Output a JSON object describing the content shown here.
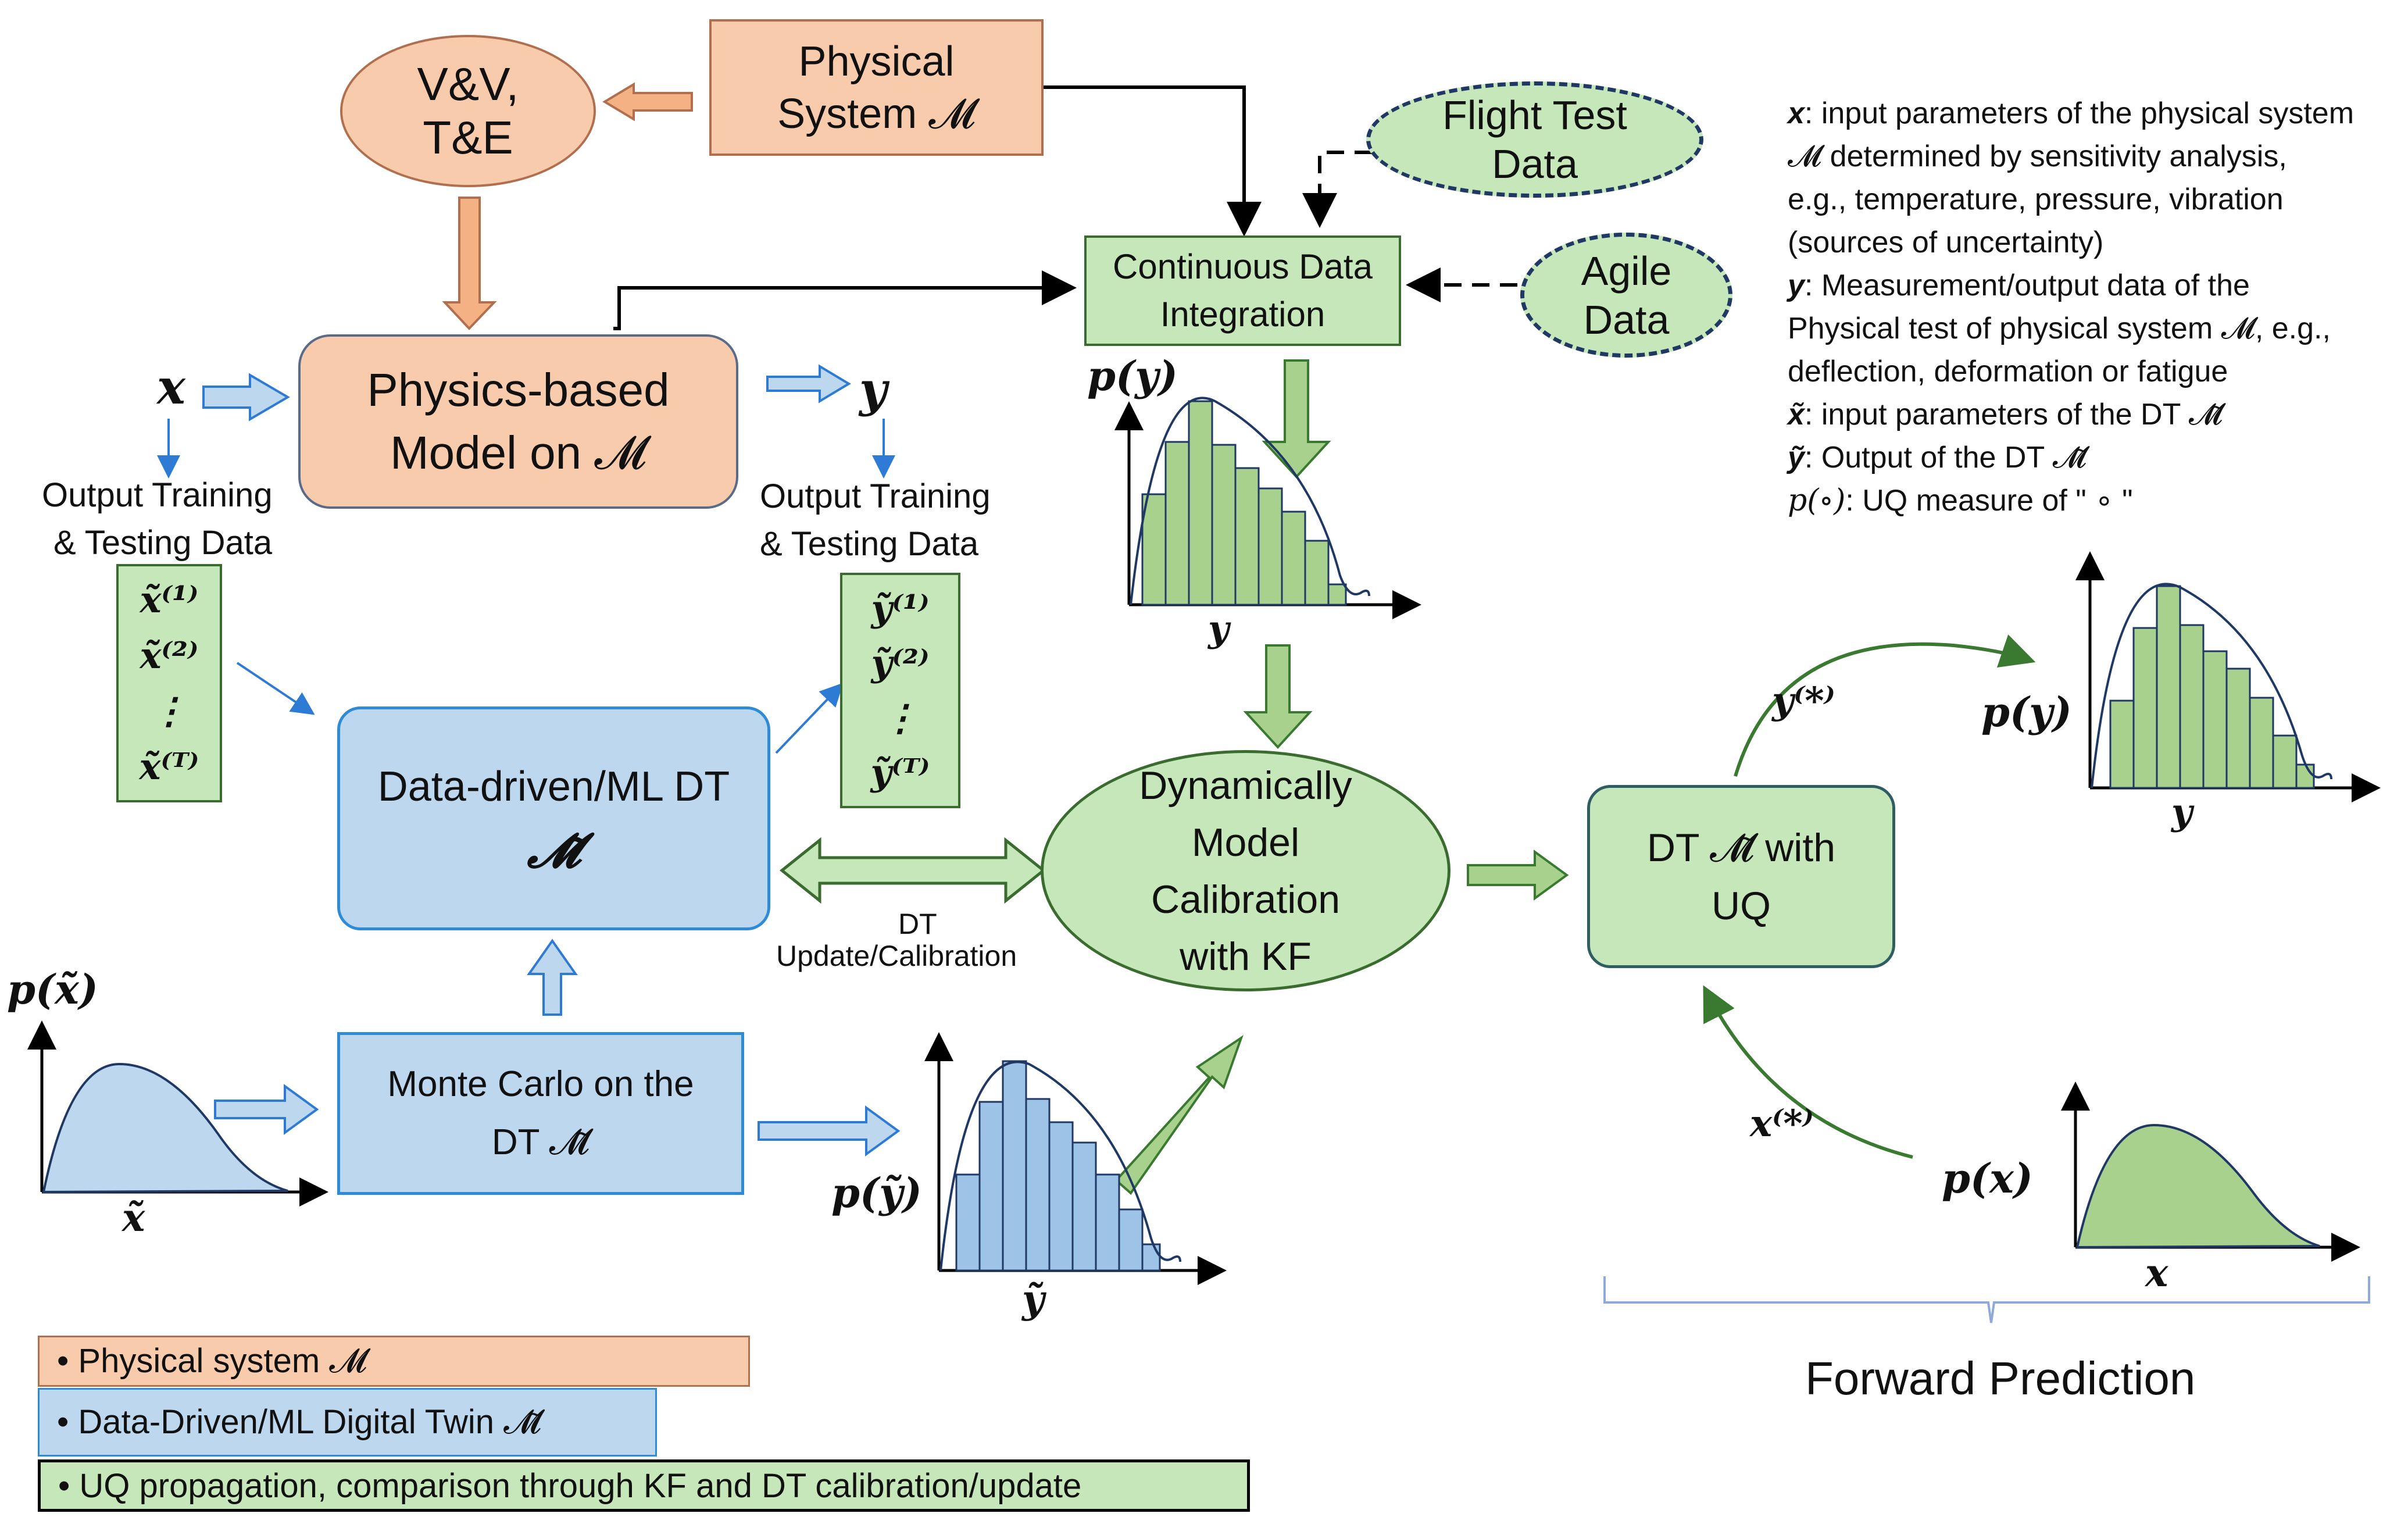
{
  "nodes": {
    "vv": {
      "line1": "V&V,",
      "line2": "T&E"
    },
    "physical_system": {
      "line1": "Physical",
      "line2": "System 𝓜"
    },
    "flight_test": {
      "line1": "Flight Test",
      "line2": "Data"
    },
    "agile": {
      "line1": "Agile",
      "line2": "Data"
    },
    "continuous": {
      "line1": "Continuous Data",
      "line2": "Integration"
    },
    "physics_model": {
      "line1": "Physics-based",
      "line2": "Model on 𝓜"
    },
    "ml_dt": {
      "line1": "Data-driven/ML DT",
      "line2": "𝓜̃"
    },
    "monte_carlo": {
      "line1": "Monte Carlo on the",
      "line2": "DT 𝓜̃"
    },
    "calibration": {
      "line1": "Dynamically",
      "line2": "Model",
      "line3": "Calibration",
      "line4": "with KF"
    },
    "dt_uq": {
      "line1": "DT 𝓜̃ with",
      "line2": "UQ"
    }
  },
  "labels": {
    "x": "x",
    "y": "y",
    "out_train_left_1": "Output Training",
    "out_train_left_2": "& Testing Data",
    "out_train_right_1": "Output Training",
    "out_train_right_2": "& Testing Data",
    "x_samples": [
      "x̃⁽¹⁾",
      "x̃⁽²⁾",
      "⋮",
      "x̃⁽ᵀ⁾"
    ],
    "y_samples": [
      "ỹ⁽¹⁾",
      "ỹ⁽²⁾",
      "⋮",
      "ỹ⁽ᵀ⁾"
    ],
    "dt_update_1": "DT",
    "dt_update_2": "Update/Calibration",
    "y_star": "y⁽*⁾",
    "x_star": "x⁽*⁾",
    "forward_prediction": "Forward Prediction"
  },
  "plots": {
    "p_y_top": {
      "ylabel": "p(y)",
      "xlabel": "y"
    },
    "p_y_right": {
      "ylabel": "p(y)",
      "xlabel": "y"
    },
    "p_xtilde": {
      "ylabel": "p(x̃)",
      "xlabel": "x̃"
    },
    "p_ytilde": {
      "ylabel": "p(ỹ)",
      "xlabel": "ỹ"
    },
    "p_x": {
      "ylabel": "p(x)",
      "xlabel": "x"
    }
  },
  "notes": [
    {
      "sym": "x",
      "text": ": input parameters of the physical system"
    },
    {
      "sym": "",
      "text": "𝓜 determined by sensitivity analysis,"
    },
    {
      "sym": "",
      "text": "e.g., temperature, pressure, vibration"
    },
    {
      "sym": "",
      "text": "(sources of uncertainty)"
    },
    {
      "sym": "y",
      "text": ": Measurement/output data of the"
    },
    {
      "sym": "",
      "text": "Physical test of physical system 𝓜, e.g.,"
    },
    {
      "sym": "",
      "text": "deflection, deformation or fatigue"
    },
    {
      "sym": "x̃",
      "text": ": input parameters of the DT 𝓜̃"
    },
    {
      "sym": "ỹ",
      "text": ": Output of the DT 𝓜̃"
    },
    {
      "sym": "p(∘)",
      "text": ": UQ measure of \" ∘ \""
    }
  ],
  "legend": [
    {
      "text": "• Physical system 𝓜",
      "color": "#f8cbad"
    },
    {
      "text": "• Data-Driven/ML Digital Twin  𝓜̃",
      "color": "#bdd7ee"
    },
    {
      "text": "• UQ propagation, comparison through KF and DT calibration/update",
      "color": "#c6e7b9"
    }
  ]
}
